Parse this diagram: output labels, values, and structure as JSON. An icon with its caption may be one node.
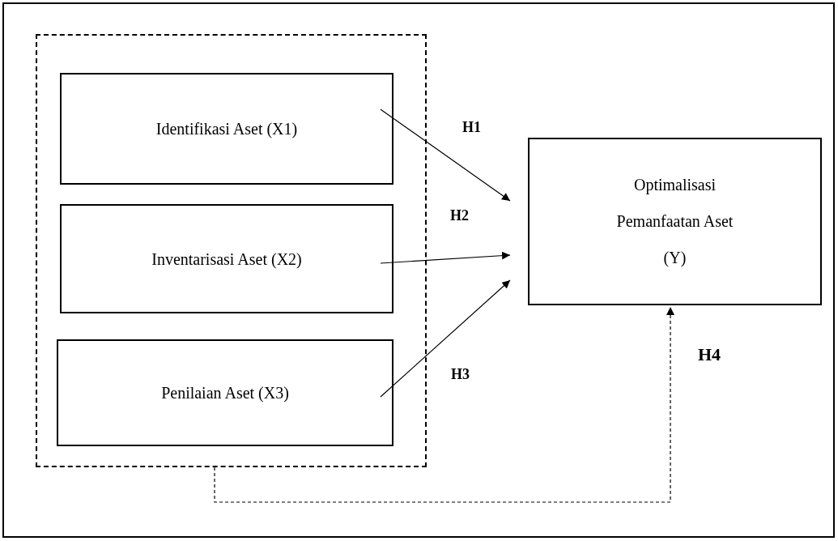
{
  "diagram": {
    "nodes": [
      {
        "text": [],
        "shape": "box"
      },
      {
        "text": [
          "Identifikasi Aset (X1)"
        ],
        "in": 0
      },
      {
        "text": [
          "Inventarisasi Aset (X2)"
        ],
        "in": 0
      },
      {
        "text": [
          "Penilaian Aset (X3)"
        ],
        "in": 0
      },
      {
        "text": [
          "Optimalisasi Pemanfaatan Aset (Y)"
        ]
      }
    ],
    "edges": [
      {
        "from": 1,
        "to": 4,
        "arrow": "to",
        "label": "H1"
      },
      {
        "from": 2,
        "to": 4,
        "arrow": "to",
        "label": "H2"
      },
      {
        "from": 3,
        "to": 4,
        "arrow": "to",
        "label": "H3"
      },
      {
        "from": 0,
        "to": 4,
        "arrow": "to",
        "label": "H4",
        "style": "dashed"
      }
    ]
  }
}
